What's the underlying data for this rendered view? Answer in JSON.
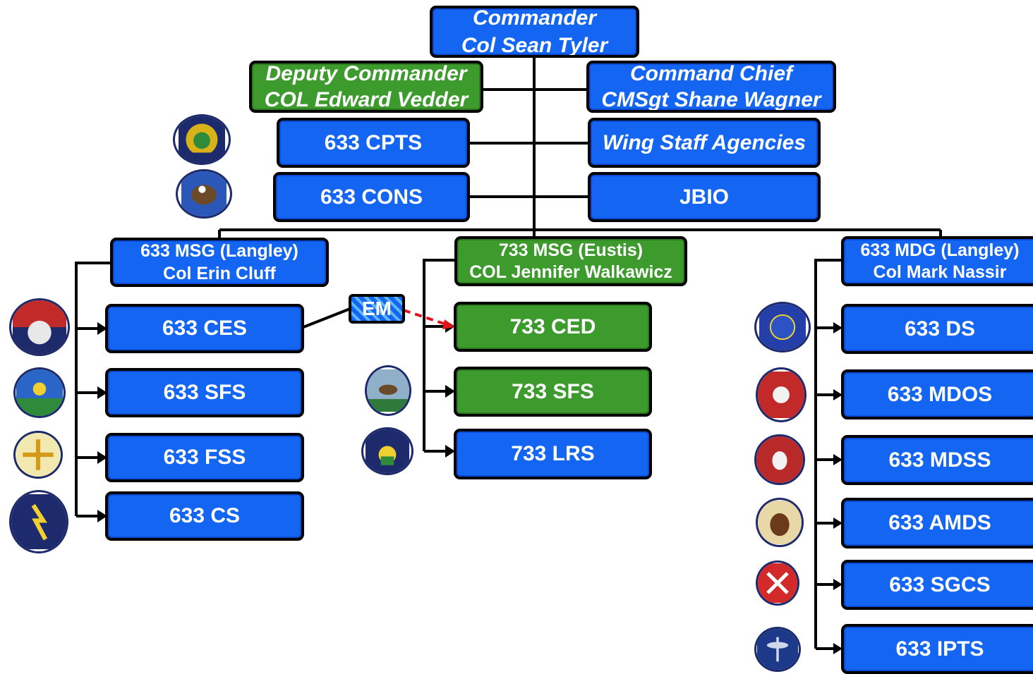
{
  "command": {
    "title": "Commander",
    "name": "Col Sean Tyler"
  },
  "deputy": {
    "title": "Deputy Commander",
    "name": "COL Edward Vedder"
  },
  "chief": {
    "title": "Command Chief",
    "name": "CMSgt Shane Wagner"
  },
  "staff": {
    "cpts": "633 CPTS",
    "cons": "633 CONS",
    "wsa": "Wing Staff Agencies",
    "jbio": "JBIO"
  },
  "msg633": {
    "title": "633 MSG (Langley)",
    "name": "Col Erin Cluff",
    "squadrons": [
      "633 CES",
      "633 SFS",
      "633 FSS",
      "633 CS"
    ]
  },
  "msg733": {
    "title": "733 MSG (Eustis)",
    "name": "COL Jennifer Walkawicz",
    "squadrons": [
      "733 CED",
      "733 SFS",
      "733 LRS"
    ]
  },
  "mdg633": {
    "title": "633 MDG (Langley)",
    "name": "Col Mark Nassir",
    "squadrons": [
      "633 DS",
      "633 MDOS",
      "633 MDSS",
      "633 AMDS",
      "633 SGCS",
      "633 IPTS"
    ]
  },
  "em_label": "EM",
  "colors": {
    "blue": "#1466f2",
    "green": "#3d9a2c",
    "dashed_link": "#e0141b"
  }
}
